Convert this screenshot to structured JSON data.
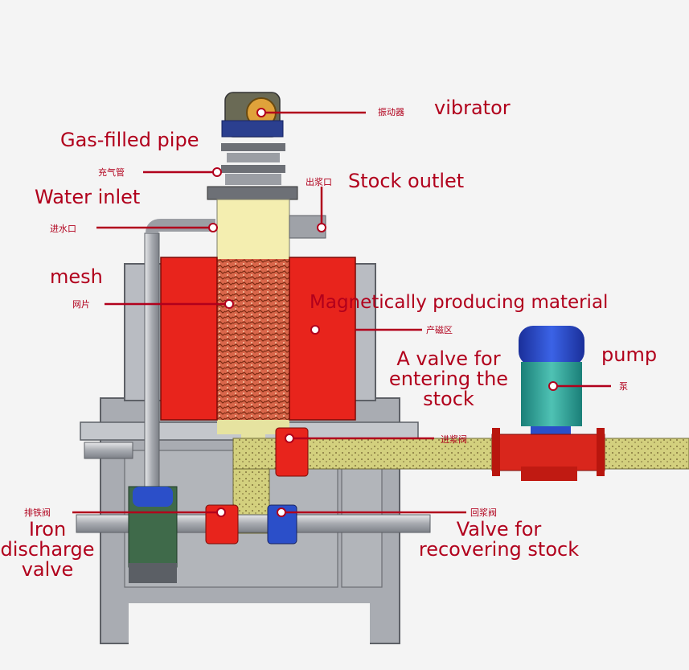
{
  "labels": {
    "vibrator": "vibrator",
    "gas_filled_pipe": "Gas-filled pipe",
    "stock_outlet": "Stock outlet",
    "water_inlet": "Water inlet",
    "mesh": "mesh",
    "magnetically_producing": "Magnetically producing material",
    "valve_entering_line1": "A valve for",
    "valve_entering_line2": "entering the",
    "valve_entering_line3": "stock",
    "pump": "pump",
    "iron_discharge_line1": "Iron",
    "iron_discharge_line2": "discharge",
    "iron_discharge_line3": "valve",
    "recovering_line1": "Valve for",
    "recovering_line2": "recovering stock"
  },
  "cn_labels": {
    "vibrator": "振动器",
    "gas_filled_pipe": "充气管",
    "stock_outlet": "出浆口",
    "water_inlet": "进水口",
    "mesh": "网片",
    "magnetic_zone": "产磁区",
    "pump": "泵",
    "entering_valve": "进浆阀",
    "iron_discharge": "排铁阀",
    "recovering_valve": "回浆阀"
  },
  "colors": {
    "label": "#b1001c",
    "magnet_red": "#e8241c",
    "frame_gray": "#a9acb2",
    "slurry_yellow": "#d6d384",
    "pump_blue": "#1f3fbf",
    "pump_teal": "#2a9a8f"
  }
}
